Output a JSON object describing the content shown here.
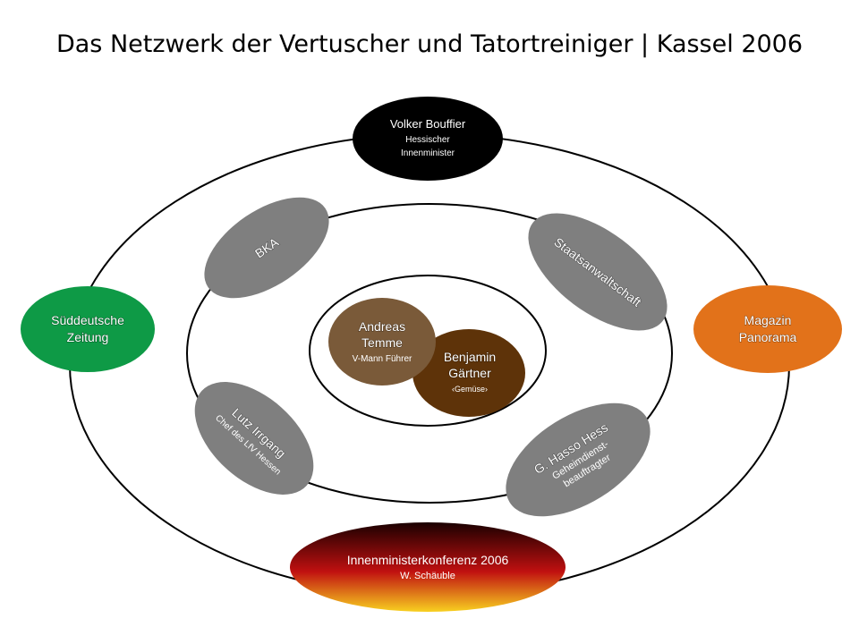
{
  "title": "Das Netzwerk der Vertuscher und Tatortreiniger | Kassel 2006",
  "colors": {
    "black_node": "#000000",
    "grey_node": "#7f7f7f",
    "green_node": "#0e9a46",
    "orange_node": "#e2721a",
    "brown_light": "#7a5a39",
    "brown_dark": "#5e3309",
    "gradient_top": "#1a0000",
    "gradient_mid": "#c01010",
    "gradient_bottom": "#f8d020"
  },
  "nodes": {
    "bouffier": {
      "name": "Volker Bouffier",
      "role_line1": "Hessischer",
      "role_line2": "Innenminister"
    },
    "bka": {
      "name": "BKA"
    },
    "staatsanwaltschaft": {
      "name": "Staatsanwaltschaft"
    },
    "sueddeutsche": {
      "line1": "Süddeutsche",
      "line2": "Zeitung"
    },
    "panorama": {
      "line1": "Magazin",
      "line2": "Panorama"
    },
    "temme": {
      "line1": "Andreas",
      "line2": "Temme",
      "role": "V-Mann Führer"
    },
    "gaertner": {
      "line1": "Benjamin",
      "line2": "Gärtner",
      "role": "‹Gemüse›"
    },
    "irrgang": {
      "name": "Lutz Irrgang",
      "role": "Chef des LfV Hessen"
    },
    "hess": {
      "name": "G. Hasso Hess",
      "role_line1": "Geheimdienst-",
      "role_line2": "beauftragter"
    },
    "imk": {
      "name": "Innenministerkonferenz 2006",
      "role": "W. Schäuble"
    }
  }
}
